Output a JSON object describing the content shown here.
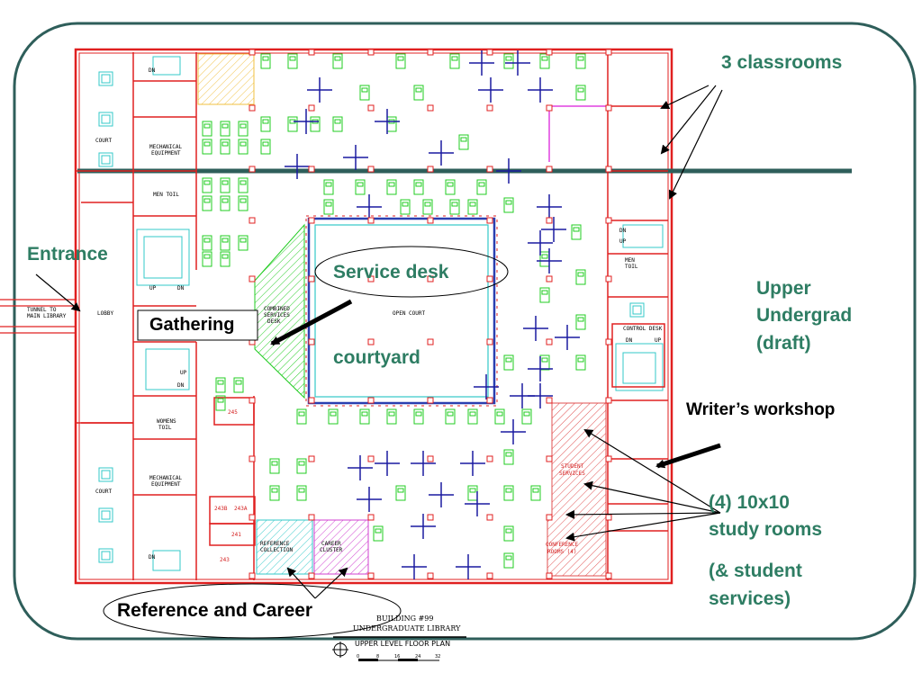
{
  "slide": {
    "frame_color": "#2e5e5a",
    "accent_green": "#2e7d63",
    "wall_red": "#e02020",
    "furniture_green": "#22cc22",
    "furniture_blue": "#1a1aa0"
  },
  "callouts": {
    "classrooms": "3 classrooms",
    "entrance": "Entrance",
    "service_desk": "Service desk",
    "gathering": "Gathering",
    "courtyard": "courtyard",
    "upper_undergrad_1": "Upper",
    "upper_undergrad_2": "Undergrad",
    "upper_undergrad_3": "(draft)",
    "writers_workshop": "Writer’s workshop",
    "study_rooms_1": "(4) 10x10",
    "study_rooms_2": "study rooms",
    "student_services_1": "(& student",
    "student_services_2": "services)",
    "reference_career": "Reference and Career"
  },
  "plan_labels": {
    "court_top": "COURT",
    "court_bottom": "COURT",
    "mech_top_1": "MECHANICAL",
    "mech_top_2": "EQUIPMENT",
    "mech_bottom_1": "MECHANICAL",
    "mech_bottom_2": "EQUIPMENT",
    "mens_toil": "MEN TOIL",
    "mens_toil_right_1": "MEN",
    "mens_toil_right_2": "TOIL",
    "womens_toil_1": "WOMENS",
    "womens_toil_2": "TOIL",
    "tunnel_1": "TUNNEL TO",
    "tunnel_2": "MAIN LIBRARY",
    "lobby": "LOBBY",
    "open_court": "OPEN COURT",
    "control_desk": "CONTROL DESK",
    "combined_1": "COMBINED",
    "combined_2": "SERVICES",
    "combined_3": "DESK",
    "student_services_1": "STUDENT",
    "student_services_2": "SERVICES",
    "conference_1": "CONFERENCE",
    "conference_2": "ROOMS (4)",
    "reference_1": "REFERENCE",
    "reference_2": "COLLECTION",
    "career_1": "CAREER",
    "career_2": "CLUSTER",
    "room_245": "245",
    "room_243b": "243B",
    "room_243a": "243A",
    "room_241": "241",
    "room_243": "243",
    "up": "UP",
    "dn": "DN"
  },
  "title_block": {
    "line1": "BUILDING #99",
    "line2": "UNDERGRADUATE LIBRARY",
    "line3": "UPPER LEVEL FLOOR PLAN",
    "scale_0": "0",
    "scale_8": "8",
    "scale_16": "16",
    "scale_24": "24",
    "scale_32": "32"
  }
}
